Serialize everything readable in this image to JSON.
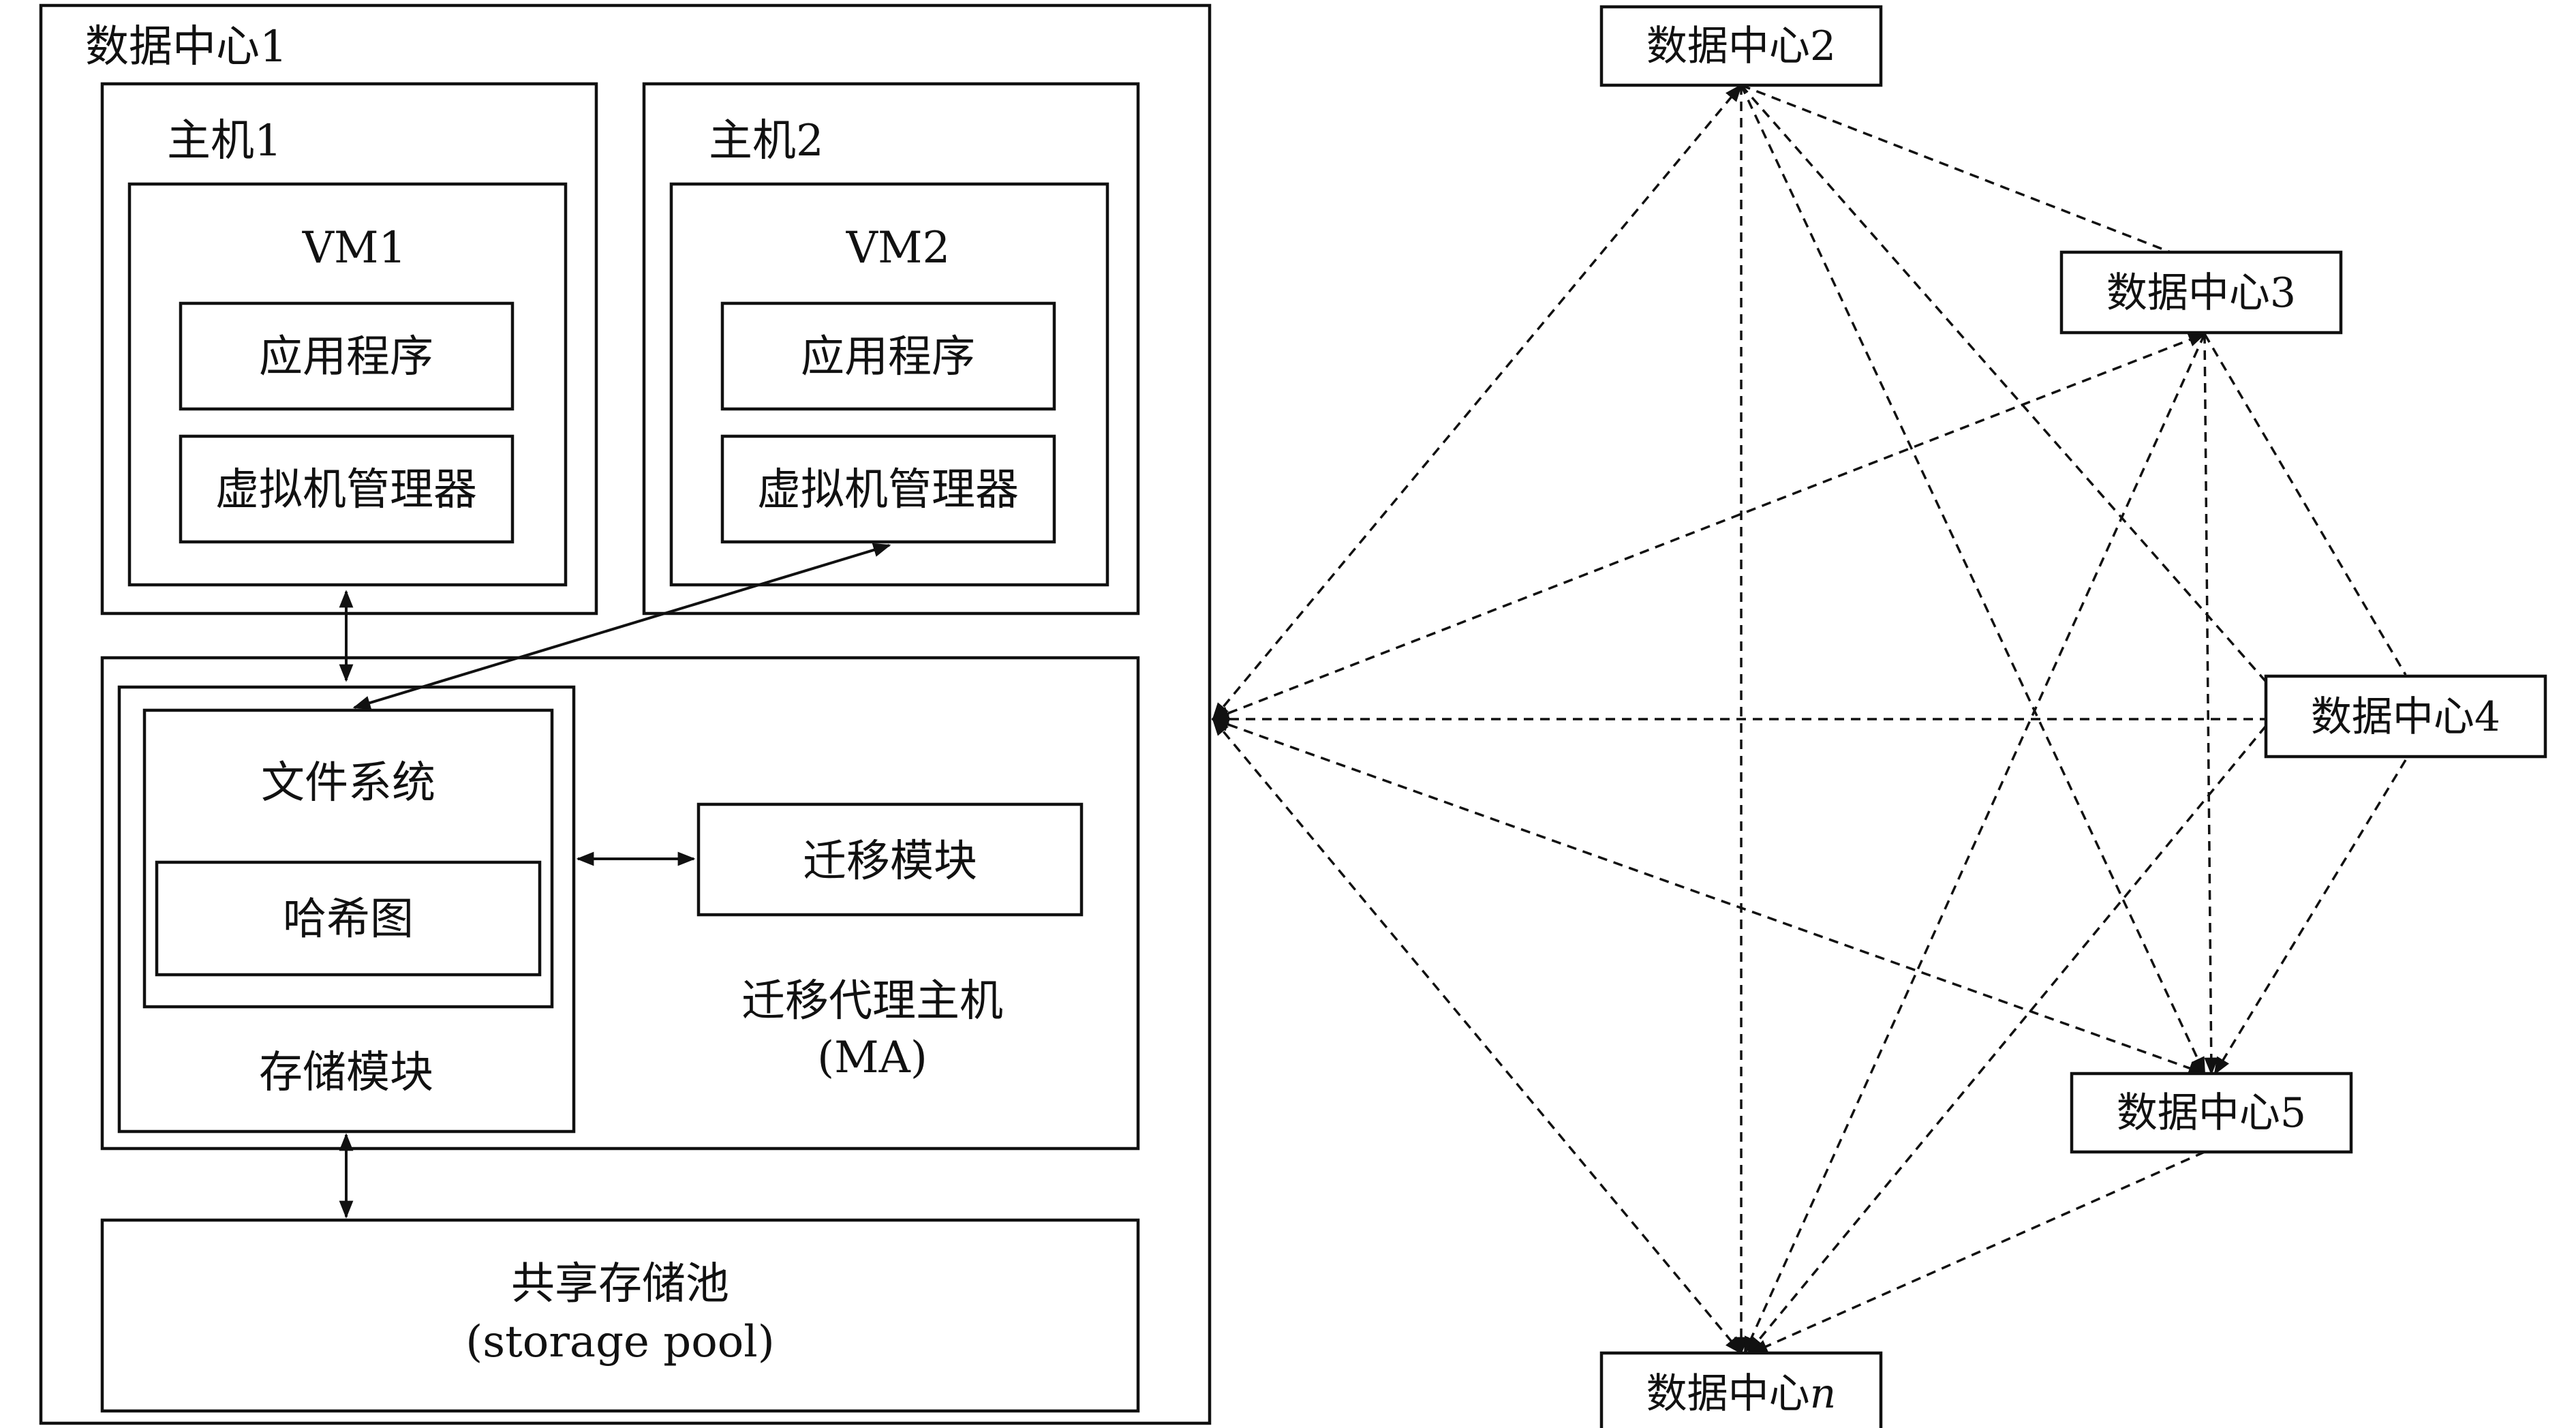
{
  "dc1": {
    "title": "数据中心1",
    "host1": {
      "title": "主机1",
      "vm": "VM1",
      "app": "应用程序",
      "hypervisor": "虚拟机管理器"
    },
    "host2": {
      "title": "主机2",
      "vm": "VM2",
      "app": "应用程序",
      "hypervisor": "虚拟机管理器"
    },
    "storage_module": {
      "title": "存储模块",
      "file_system": "文件系统",
      "hash_map": "哈希图"
    },
    "migration_module": "迁移模块",
    "migration_agent": {
      "line1": "迁移代理主机",
      "line2": "(MA)"
    },
    "shared_pool": {
      "line1": "共享存储池",
      "line2": "(storage pool)"
    }
  },
  "datacenters": [
    {
      "id": "dc2",
      "prefix": "数据中心",
      "suffix": "2"
    },
    {
      "id": "dc3",
      "prefix": "数据中心",
      "suffix": "3"
    },
    {
      "id": "dc4",
      "prefix": "数据中心",
      "suffix": "4"
    },
    {
      "id": "dc5",
      "prefix": "数据中心",
      "suffix": "5"
    },
    {
      "id": "dcn",
      "prefix": "数据中心",
      "suffix": "n"
    }
  ]
}
